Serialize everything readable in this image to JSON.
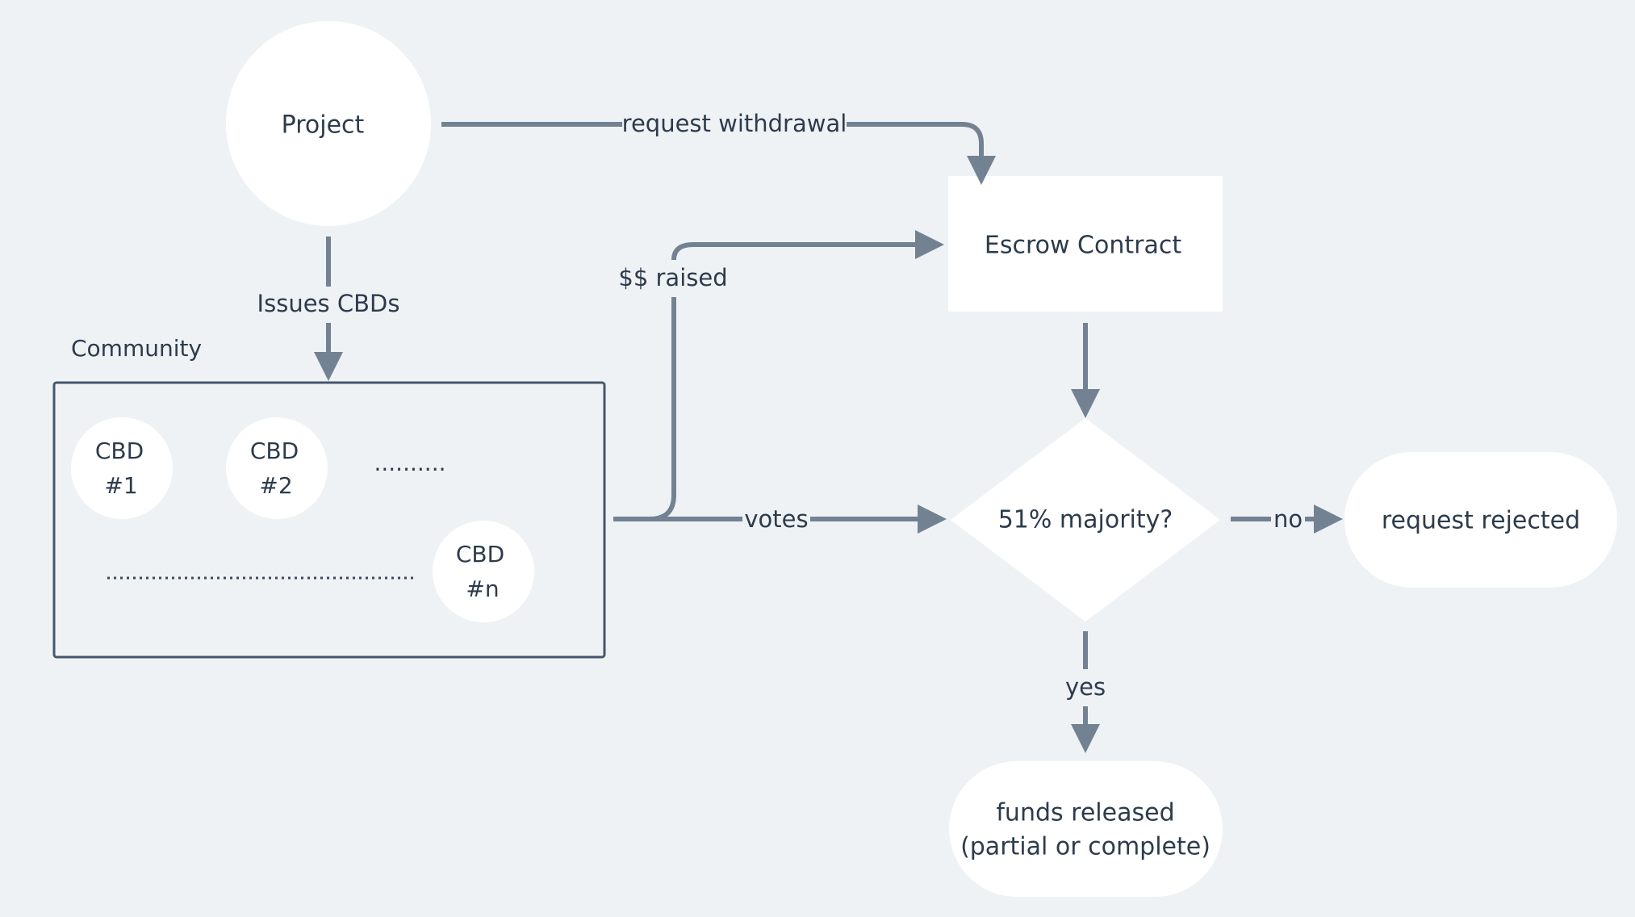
{
  "nodes": {
    "project": "Project",
    "escrow": "Escrow Contract",
    "community": "Community",
    "cbd1": [
      "CBD",
      "#1"
    ],
    "cbd2": [
      "CBD",
      "#2"
    ],
    "cbdn": [
      "CBD",
      "#n"
    ],
    "ellipsis_short": "..........",
    "decision": "51% majority?",
    "rejected": "request rejected",
    "released": [
      "funds released",
      "(partial or complete)"
    ]
  },
  "edges": {
    "request_withdrawal": "request withdrawal",
    "issues_cbds": "Issues CBDs",
    "raised": "$$ raised",
    "votes": "votes",
    "no": "no",
    "yes": "yes"
  },
  "colors": {
    "background": "#eff2f5",
    "node_fill": "#ffffff",
    "edge": "#728292",
    "text": "#2d3b4c",
    "frame": "#47566a"
  }
}
